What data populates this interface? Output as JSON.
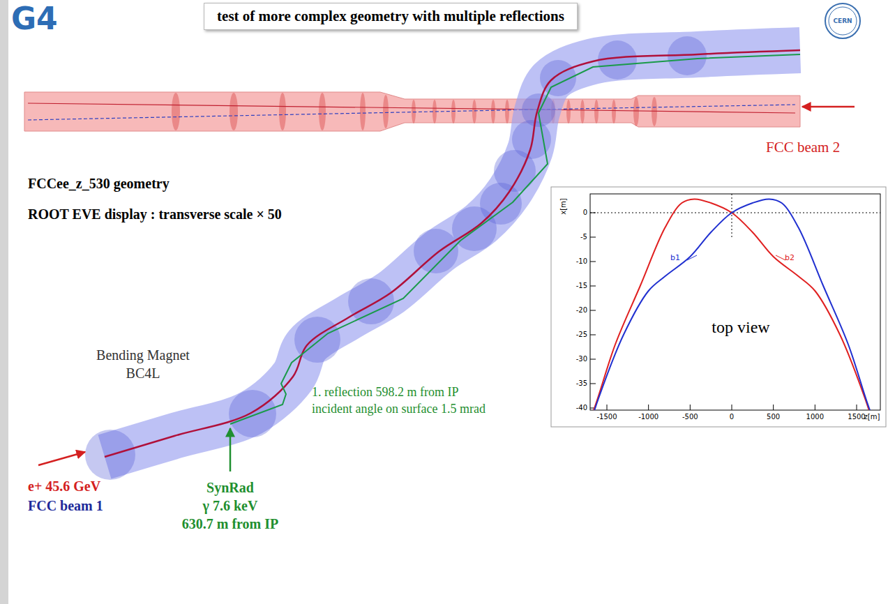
{
  "diagram": {
    "title": "test of more complex geometry with multiple reflections",
    "labels": [
      "G4",
      "CERN",
      "FCC beam 2",
      "FCCee_z_530 geometry",
      "ROOT EVE display : transverse scale × 50",
      "Bending Magnet",
      "BC4L",
      "1. reflection 598.2 m from IP",
      "incident angle on surface 1.5 mrad",
      "e+ 45.6 GeV",
      "FCC beam 1",
      "SynRad",
      "γ 7.6 keV",
      "630.7 m from IP",
      "b1",
      "b2",
      "top view",
      "x[m]",
      "0",
      "-5",
      "-10",
      "-15",
      "-20",
      "-25",
      "-30",
      "-35",
      "-40",
      "-1500",
      "-1000",
      "-500",
      "0",
      "500",
      "1000",
      "1500",
      "z[m]"
    ]
  }
}
